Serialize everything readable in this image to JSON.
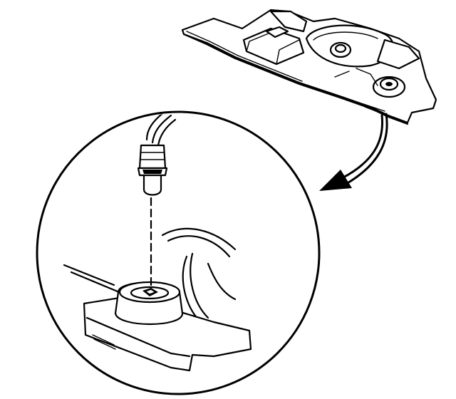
{
  "figure": {
    "description_labels": [],
    "colors": {
      "ink": "#000000",
      "paper": "#ffffff"
    },
    "parts": {
      "panel_overview": "trim-panel",
      "detail_callout": "magnified-socket-view",
      "direction_arrow": "curved-arrow",
      "bulb": "wedge-bulb-with-socket"
    }
  }
}
